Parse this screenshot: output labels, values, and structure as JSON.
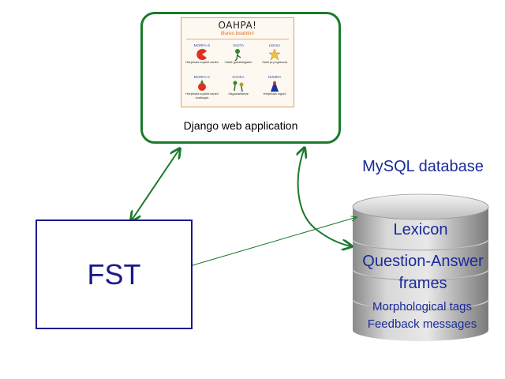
{
  "django_app": {
    "label": "Django web application",
    "screenshot": {
      "logo": "OAHPA!",
      "welcome": "Bures boahtin!",
      "tiles": [
        {
          "name": "MORFA-S",
          "desc": "Hárjehala sojahit sániid",
          "icon": "pacman-icon"
        },
        {
          "name": "VASTA",
          "desc": "Vástit gažaldagaide",
          "icon": "character-icon"
        },
        {
          "name": "LEKSA",
          "desc": "Sánit ja jorgalusat",
          "icon": "star-icon"
        },
        {
          "name": "MORFA-C",
          "desc": "Hárjehala sojahit sániid cealkagis",
          "icon": "figure-icon"
        },
        {
          "name": "SAHKA",
          "desc": "Ságastallamat",
          "icon": "dancers-icon"
        },
        {
          "name": "NUMRA",
          "desc": "Hárjehala loguid",
          "icon": "blue-figure-icon"
        }
      ]
    }
  },
  "fst": {
    "label": "FST"
  },
  "database": {
    "title": "MySQL database",
    "layers": [
      "Lexicon",
      "Question-Answer",
      "frames",
      "Morphological tags",
      "Feedback messages"
    ]
  },
  "colors": {
    "green": "#1a7a2a",
    "navy": "#1a1a8a",
    "db_text": "#1a2a9a",
    "cylinder": "#b8b8b8"
  }
}
